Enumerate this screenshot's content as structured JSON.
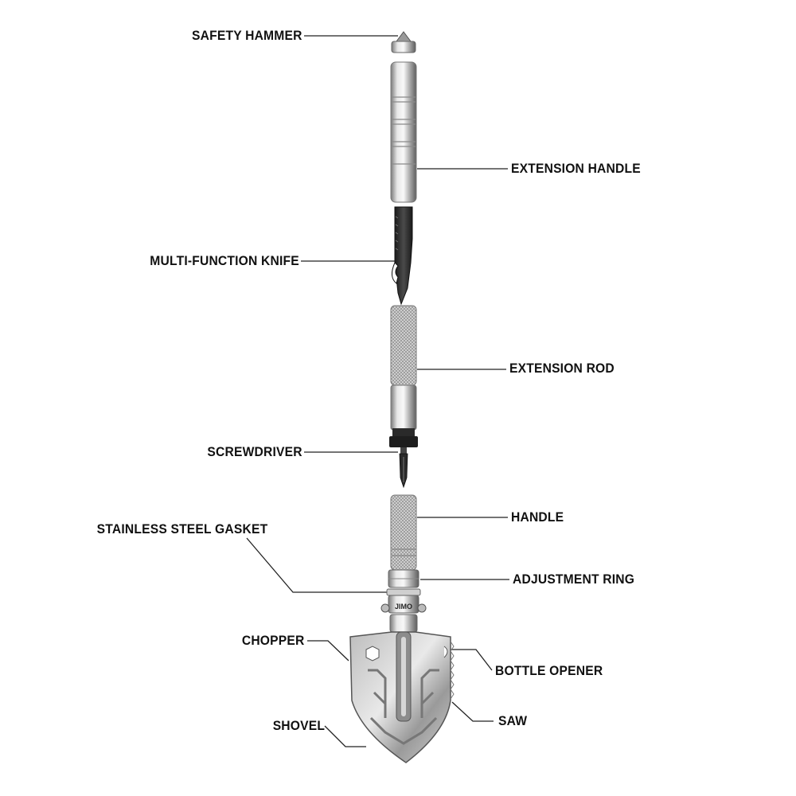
{
  "diagram": {
    "labels": {
      "safety_hammer": "SAFETY HAMMER",
      "extension_handle": "EXTENSION HANDLE",
      "multi_function_knife": "MULTI-FUNCTION KNIFE",
      "extension_rod": "EXTENSION ROD",
      "screwdriver": "SCREWDRIVER",
      "handle": "HANDLE",
      "stainless_steel_gasket": "STAINLESS STEEL GASKET",
      "adjustment_ring": "ADJUSTMENT RING",
      "chopper": "CHOPPER",
      "bottle_opener": "BOTTLE OPENER",
      "saw": "SAW",
      "shovel": "SHOVEL"
    },
    "brand_mark": "JIMO",
    "colors": {
      "steel_light": "#f0f0f0",
      "steel_mid": "#b8b8b8",
      "steel_dark": "#6a6a6a",
      "blade_black": "#2a2a2a",
      "line": "#222222"
    }
  }
}
